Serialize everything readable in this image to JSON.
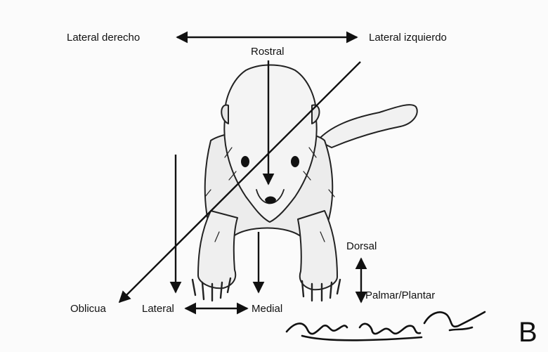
{
  "labels": {
    "lateral_derecho": "Lateral derecho",
    "lateral_izquierdo": "Lateral izquierdo",
    "rostral": "Rostral",
    "dorsal": "Dorsal",
    "palmar_plantar": "Palmar/Plantar",
    "oblicua": "Oblicua",
    "lateral": "Lateral",
    "medial": "Medial"
  },
  "panel_letter": "B",
  "signature_text": "Brenda Vargas Zapata"
}
